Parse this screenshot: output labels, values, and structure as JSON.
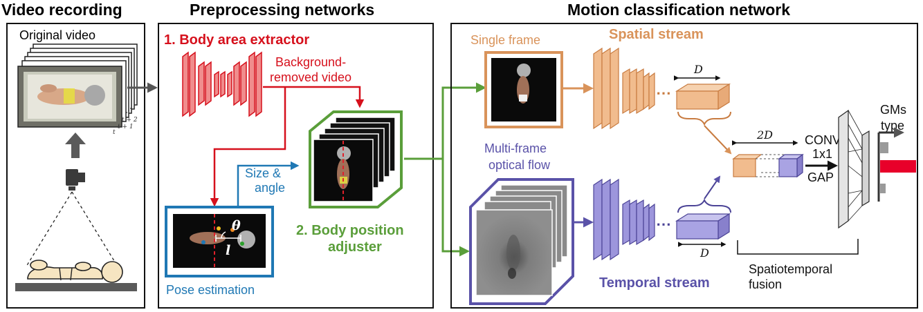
{
  "headers": {
    "video_recording": "Video recording",
    "preprocessing": "Preprocessing networks",
    "motion_classification": "Motion classification network"
  },
  "panel1": {
    "original_video": "Original video",
    "frame_t2": "t + 2",
    "frame_t1": "t + 1",
    "frame_t": "t"
  },
  "panel2": {
    "body_area_extractor": "1. Body area extractor",
    "background_removed_line1": "Background-",
    "background_removed_line2": "removed video",
    "size_angle_line1": "Size &",
    "size_angle_line2": "angle",
    "theta": "θ",
    "l": "l",
    "pose_estimation": "Pose estimation",
    "body_position_line1": "2. Body position",
    "body_position_line2": "adjuster"
  },
  "panel3": {
    "single_frame": "Single frame",
    "spatial_stream": "Spatial stream",
    "dim_D_top": "D",
    "dim_2D": "2D",
    "multi_frame_line1": "Multi-frame",
    "multi_frame_line2": "optical flow",
    "dim_D_bottom": "D",
    "conv_line1": "CONV",
    "conv_line2": "1x1",
    "gap": "GAP",
    "gms_line1": "GMs",
    "gms_line2": "type",
    "fusion_line1": "Spatiotemporal",
    "fusion_line2": "fusion",
    "temporal_stream": "Temporal stream"
  },
  "colors": {
    "red": "#d6101c",
    "green": "#5a9e3a",
    "blue": "#1f78b4",
    "orange": "#d9935a",
    "purple": "#5a52a8",
    "gray": "#555555"
  }
}
